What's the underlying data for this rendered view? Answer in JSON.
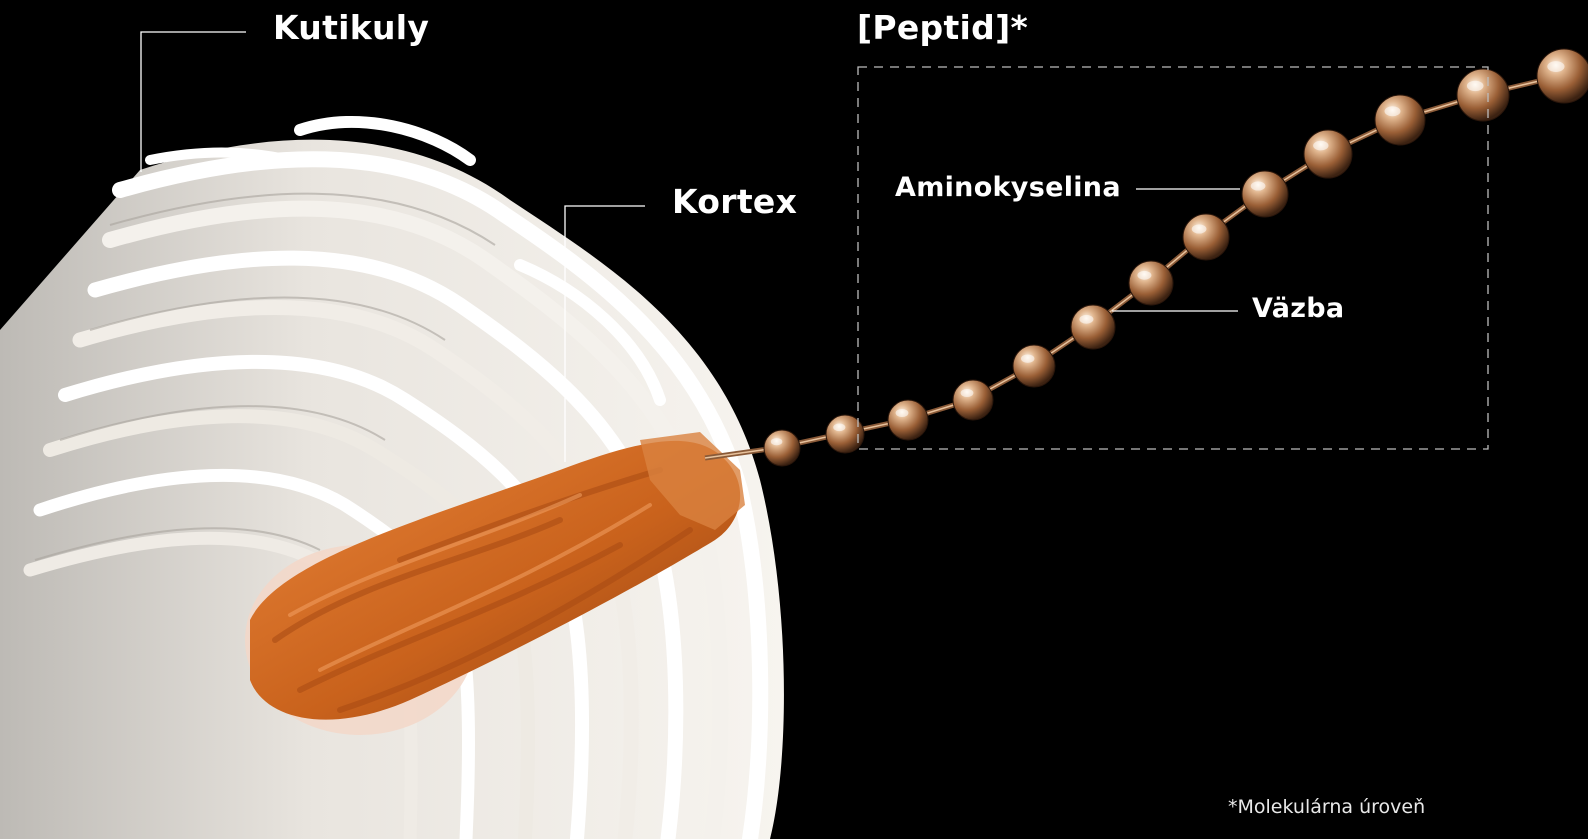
{
  "labels": {
    "cuticle": "Kutikuly",
    "cortex": "Kortex",
    "peptide": "[Peptid]*",
    "amino_acid": "Aminokyselina",
    "bond": "Väzba"
  },
  "footnote": "*Molekulárna úroveň",
  "colors": {
    "background": "#000000",
    "cuticle_layer": "#f1ede7",
    "cortex": "#c8641f",
    "bead": "#b9835a",
    "leader_line": "#ffffff"
  }
}
